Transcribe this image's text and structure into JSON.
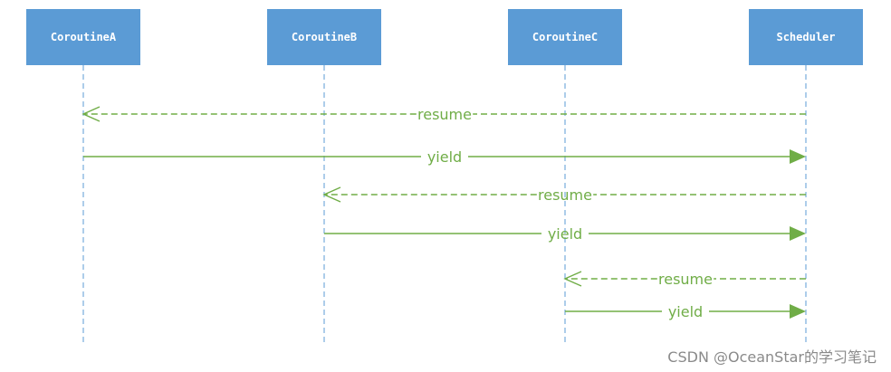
{
  "colors": {
    "participant_fill": "#5b9bd5",
    "participant_text": "#ffffff",
    "lifeline": "#5b9bd5",
    "message": "#70ad47",
    "watermark": "#8a8a8a"
  },
  "participants": [
    {
      "name": "CoroutineA"
    },
    {
      "name": "CoroutineB"
    },
    {
      "name": "CoroutineC"
    },
    {
      "name": "Scheduler"
    }
  ],
  "messages": [
    {
      "from": "Scheduler",
      "to": "CoroutineA",
      "label": "resume",
      "style": "dashed"
    },
    {
      "from": "CoroutineA",
      "to": "Scheduler",
      "label": "yield",
      "style": "solid"
    },
    {
      "from": "Scheduler",
      "to": "CoroutineB",
      "label": "resume",
      "style": "dashed"
    },
    {
      "from": "CoroutineB",
      "to": "Scheduler",
      "label": "yield",
      "style": "solid"
    },
    {
      "from": "Scheduler",
      "to": "CoroutineC",
      "label": "resume",
      "style": "dashed"
    },
    {
      "from": "CoroutineC",
      "to": "Scheduler",
      "label": "yield",
      "style": "solid"
    }
  ],
  "watermark": "CSDN @OceanStar的学习笔记"
}
